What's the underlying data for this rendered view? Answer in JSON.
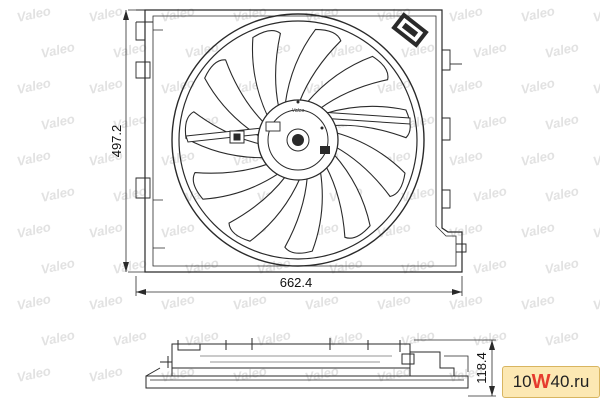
{
  "dimensions": {
    "height_label": "497.2",
    "width_label": "662.4",
    "depth_label": "118.4"
  },
  "hub_logo": "Valeo",
  "watermark": {
    "brand": "Valeo"
  },
  "site_badge": {
    "prefix": "10",
    "accent": "W",
    "suffix": "40.ru"
  }
}
